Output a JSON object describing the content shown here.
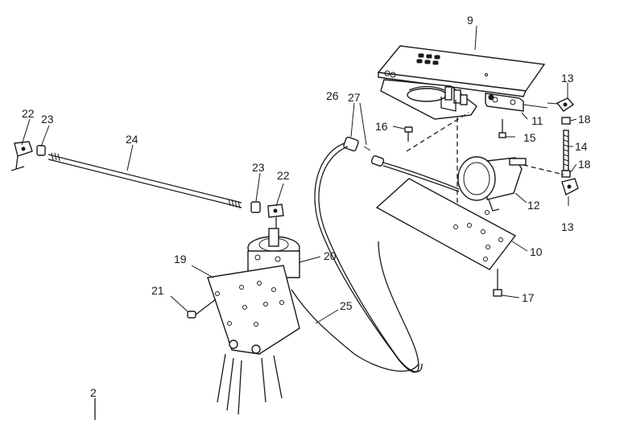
{
  "diagram": {
    "callouts": {
      "c9": "9",
      "c13a": "13",
      "c13b": "13",
      "c18a": "18",
      "c18b": "18",
      "c11": "11",
      "c14": "14",
      "c15": "15",
      "c16": "16",
      "c26": "26",
      "c27": "27",
      "c12": "12",
      "c10": "10",
      "c17": "17",
      "c22a": "22",
      "c23a": "23",
      "c24": "24",
      "c23b": "23",
      "c22b": "22",
      "c19": "19",
      "c20": "20",
      "c21": "21",
      "c25": "25",
      "c2": "2"
    }
  }
}
